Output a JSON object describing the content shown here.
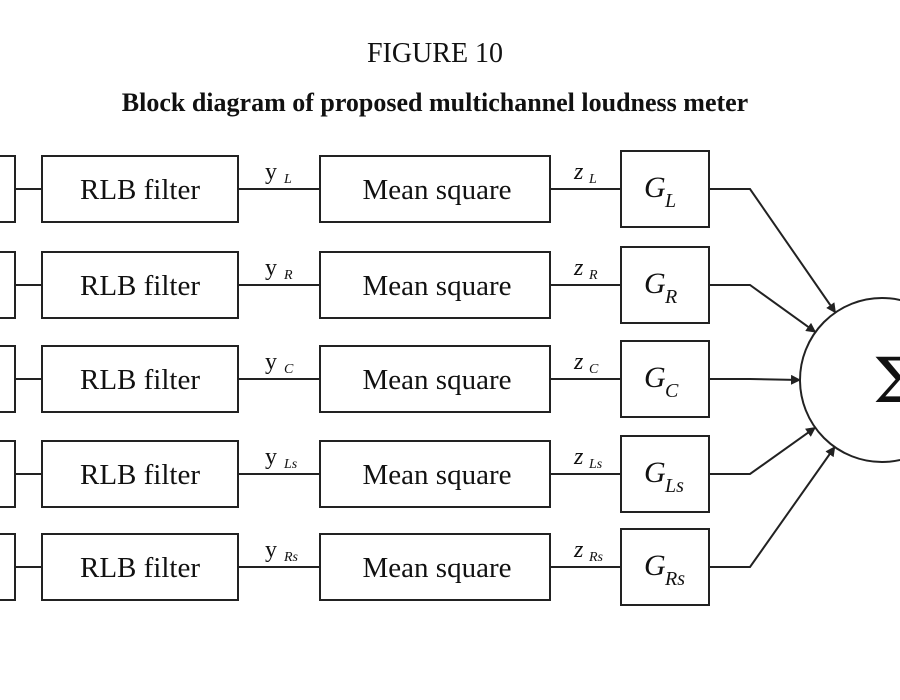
{
  "figure": {
    "number": "FIGURE 10",
    "title": "Block diagram of proposed multichannel loudness meter"
  },
  "blocks": {
    "filter": "RLB filter",
    "mean": "Mean square",
    "sum": "Σ"
  },
  "channels": [
    {
      "y": "y",
      "y_sub": "L",
      "z": "z",
      "z_sub": "L",
      "g": "G",
      "g_sub": "L"
    },
    {
      "y": "y",
      "y_sub": "R",
      "z": "z",
      "z_sub": "R",
      "g": "G",
      "g_sub": "R"
    },
    {
      "y": "y",
      "y_sub": "C",
      "z": "z",
      "z_sub": "C",
      "g": "G",
      "g_sub": "C"
    },
    {
      "y": "y",
      "y_sub": "Ls",
      "z": "z",
      "z_sub": "Ls",
      "g": "G",
      "g_sub": "Ls"
    },
    {
      "y": "y",
      "y_sub": "Rs",
      "z": "z",
      "z_sub": "Rs",
      "g": "G",
      "g_sub": "Rs"
    }
  ]
}
